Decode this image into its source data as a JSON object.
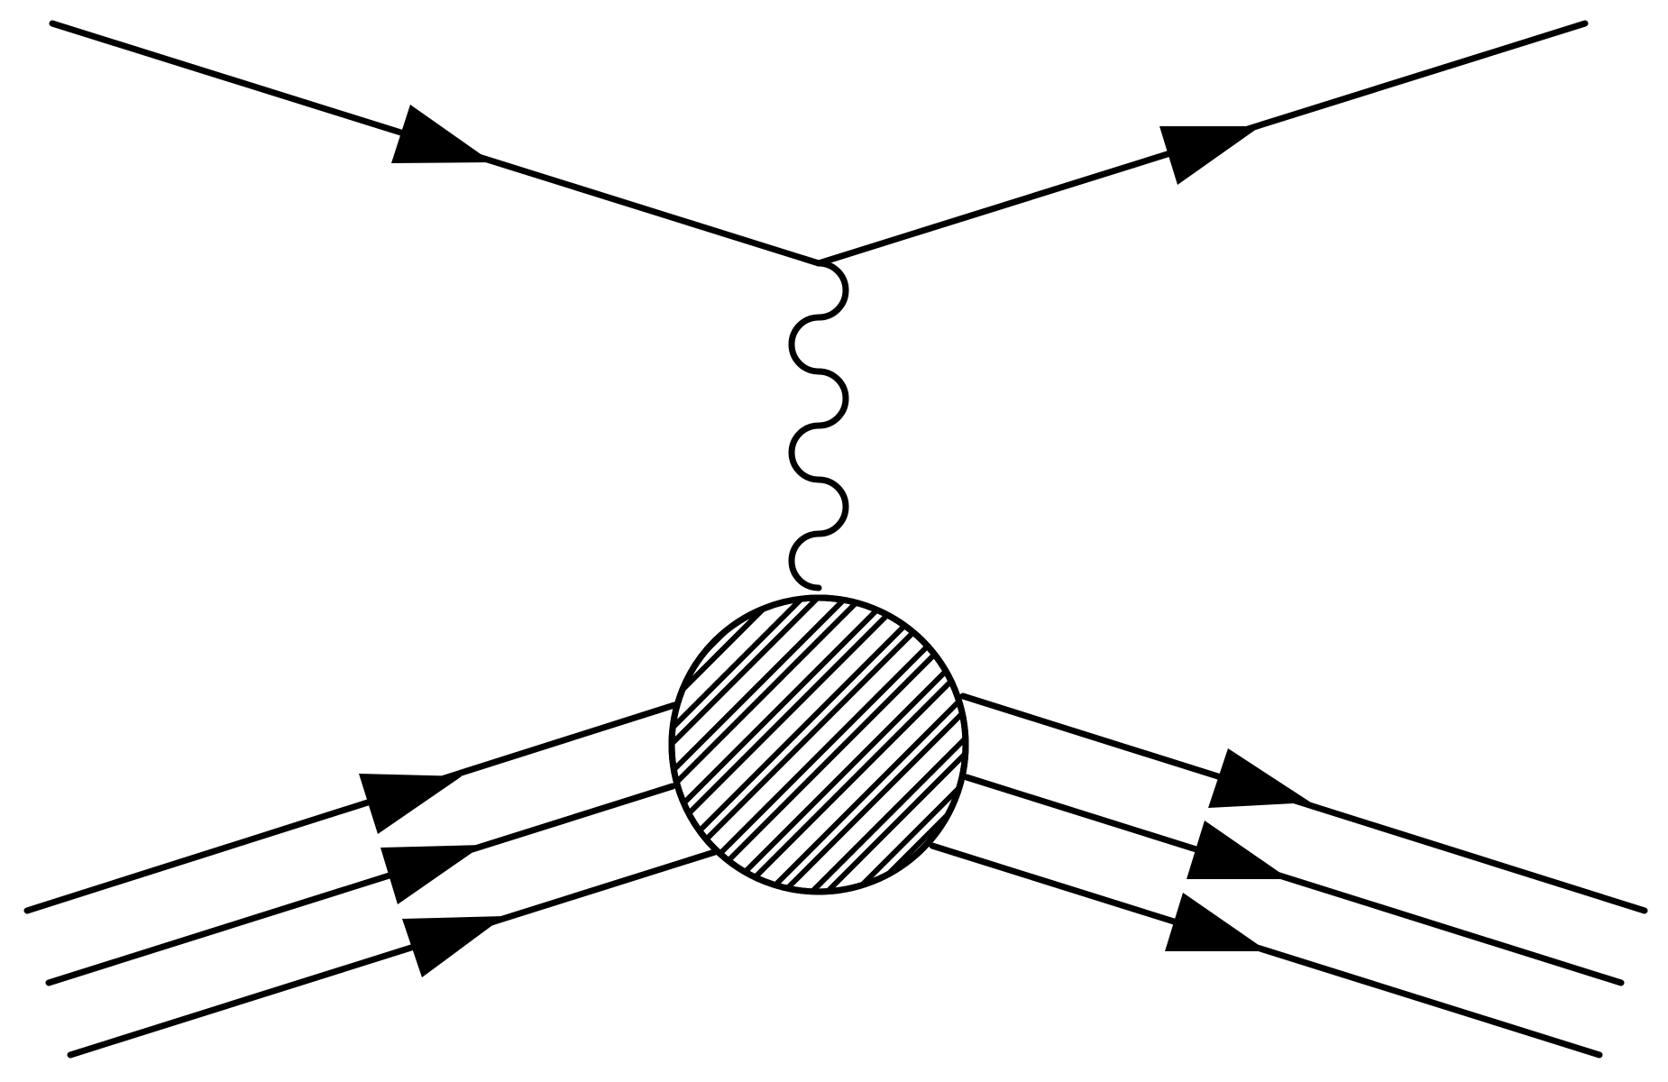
{
  "diagram": {
    "type": "feynman-diagram",
    "description_visible_text": "",
    "colors": {
      "ink": "#000000",
      "background": "#ffffff"
    },
    "elements": {
      "incoming_lepton": {
        "kind": "fermion-line",
        "arrow": "forward"
      },
      "outgoing_lepton": {
        "kind": "fermion-line",
        "arrow": "forward"
      },
      "exchanged_boson": {
        "kind": "photon-wavy-line"
      },
      "hadron_blob": {
        "kind": "hatched-vertex-blob"
      },
      "incoming_quarks": [
        {
          "kind": "fermion-line",
          "arrow": "forward"
        },
        {
          "kind": "fermion-line",
          "arrow": "forward"
        },
        {
          "kind": "fermion-line",
          "arrow": "forward"
        }
      ],
      "outgoing_quarks": [
        {
          "kind": "fermion-line",
          "arrow": "forward"
        },
        {
          "kind": "fermion-line",
          "arrow": "forward"
        },
        {
          "kind": "fermion-line",
          "arrow": "forward"
        }
      ]
    }
  }
}
